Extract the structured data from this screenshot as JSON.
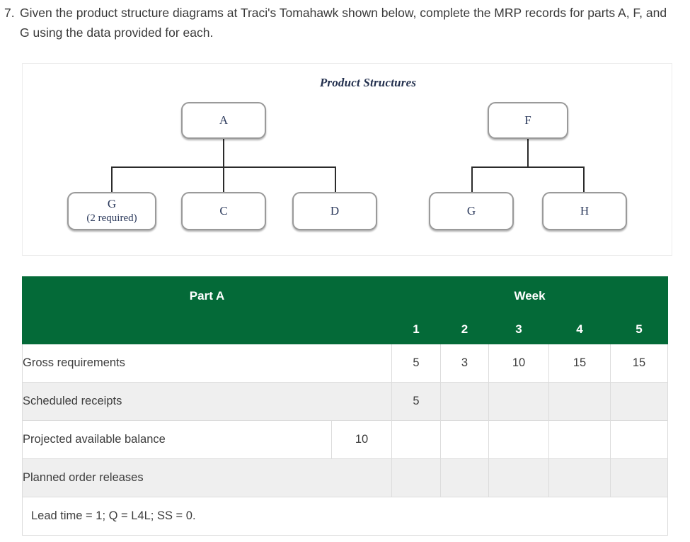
{
  "question": {
    "number": "7.",
    "text": "Given the product structure diagrams at Traci's Tomahawk shown below, complete the MRP records for parts A, F, and G using the data provided for each."
  },
  "diagram": {
    "title": "Product Structures",
    "trees": [
      {
        "root": "A",
        "children": [
          {
            "label": "G",
            "note": "(2 required)"
          },
          {
            "label": "C",
            "note": ""
          },
          {
            "label": "D",
            "note": ""
          }
        ]
      },
      {
        "root": "F",
        "children": [
          {
            "label": "G",
            "note": ""
          },
          {
            "label": "H",
            "note": ""
          }
        ]
      }
    ]
  },
  "table": {
    "part_label": "Part A",
    "week_label": "Week",
    "week_numbers": [
      "1",
      "2",
      "3",
      "4",
      "5"
    ],
    "header_color": "#046A38",
    "rows": [
      {
        "label": "Gross requirements",
        "prior": null,
        "has_prior_cell": false,
        "values": [
          "5",
          "3",
          "10",
          "15",
          "15"
        ],
        "shaded": false
      },
      {
        "label": "Scheduled receipts",
        "prior": null,
        "has_prior_cell": false,
        "values": [
          "5",
          "",
          "",
          "",
          ""
        ],
        "shaded": true
      },
      {
        "label": "Projected available balance",
        "prior": "10",
        "has_prior_cell": true,
        "values": [
          "",
          "",
          "",
          "",
          ""
        ],
        "shaded": false
      },
      {
        "label": "Planned order releases",
        "prior": null,
        "has_prior_cell": false,
        "values": [
          "",
          "",
          "",
          "",
          ""
        ],
        "shaded": true
      }
    ],
    "footnote": "Lead time = 1; Q = L4L; SS = 0."
  }
}
